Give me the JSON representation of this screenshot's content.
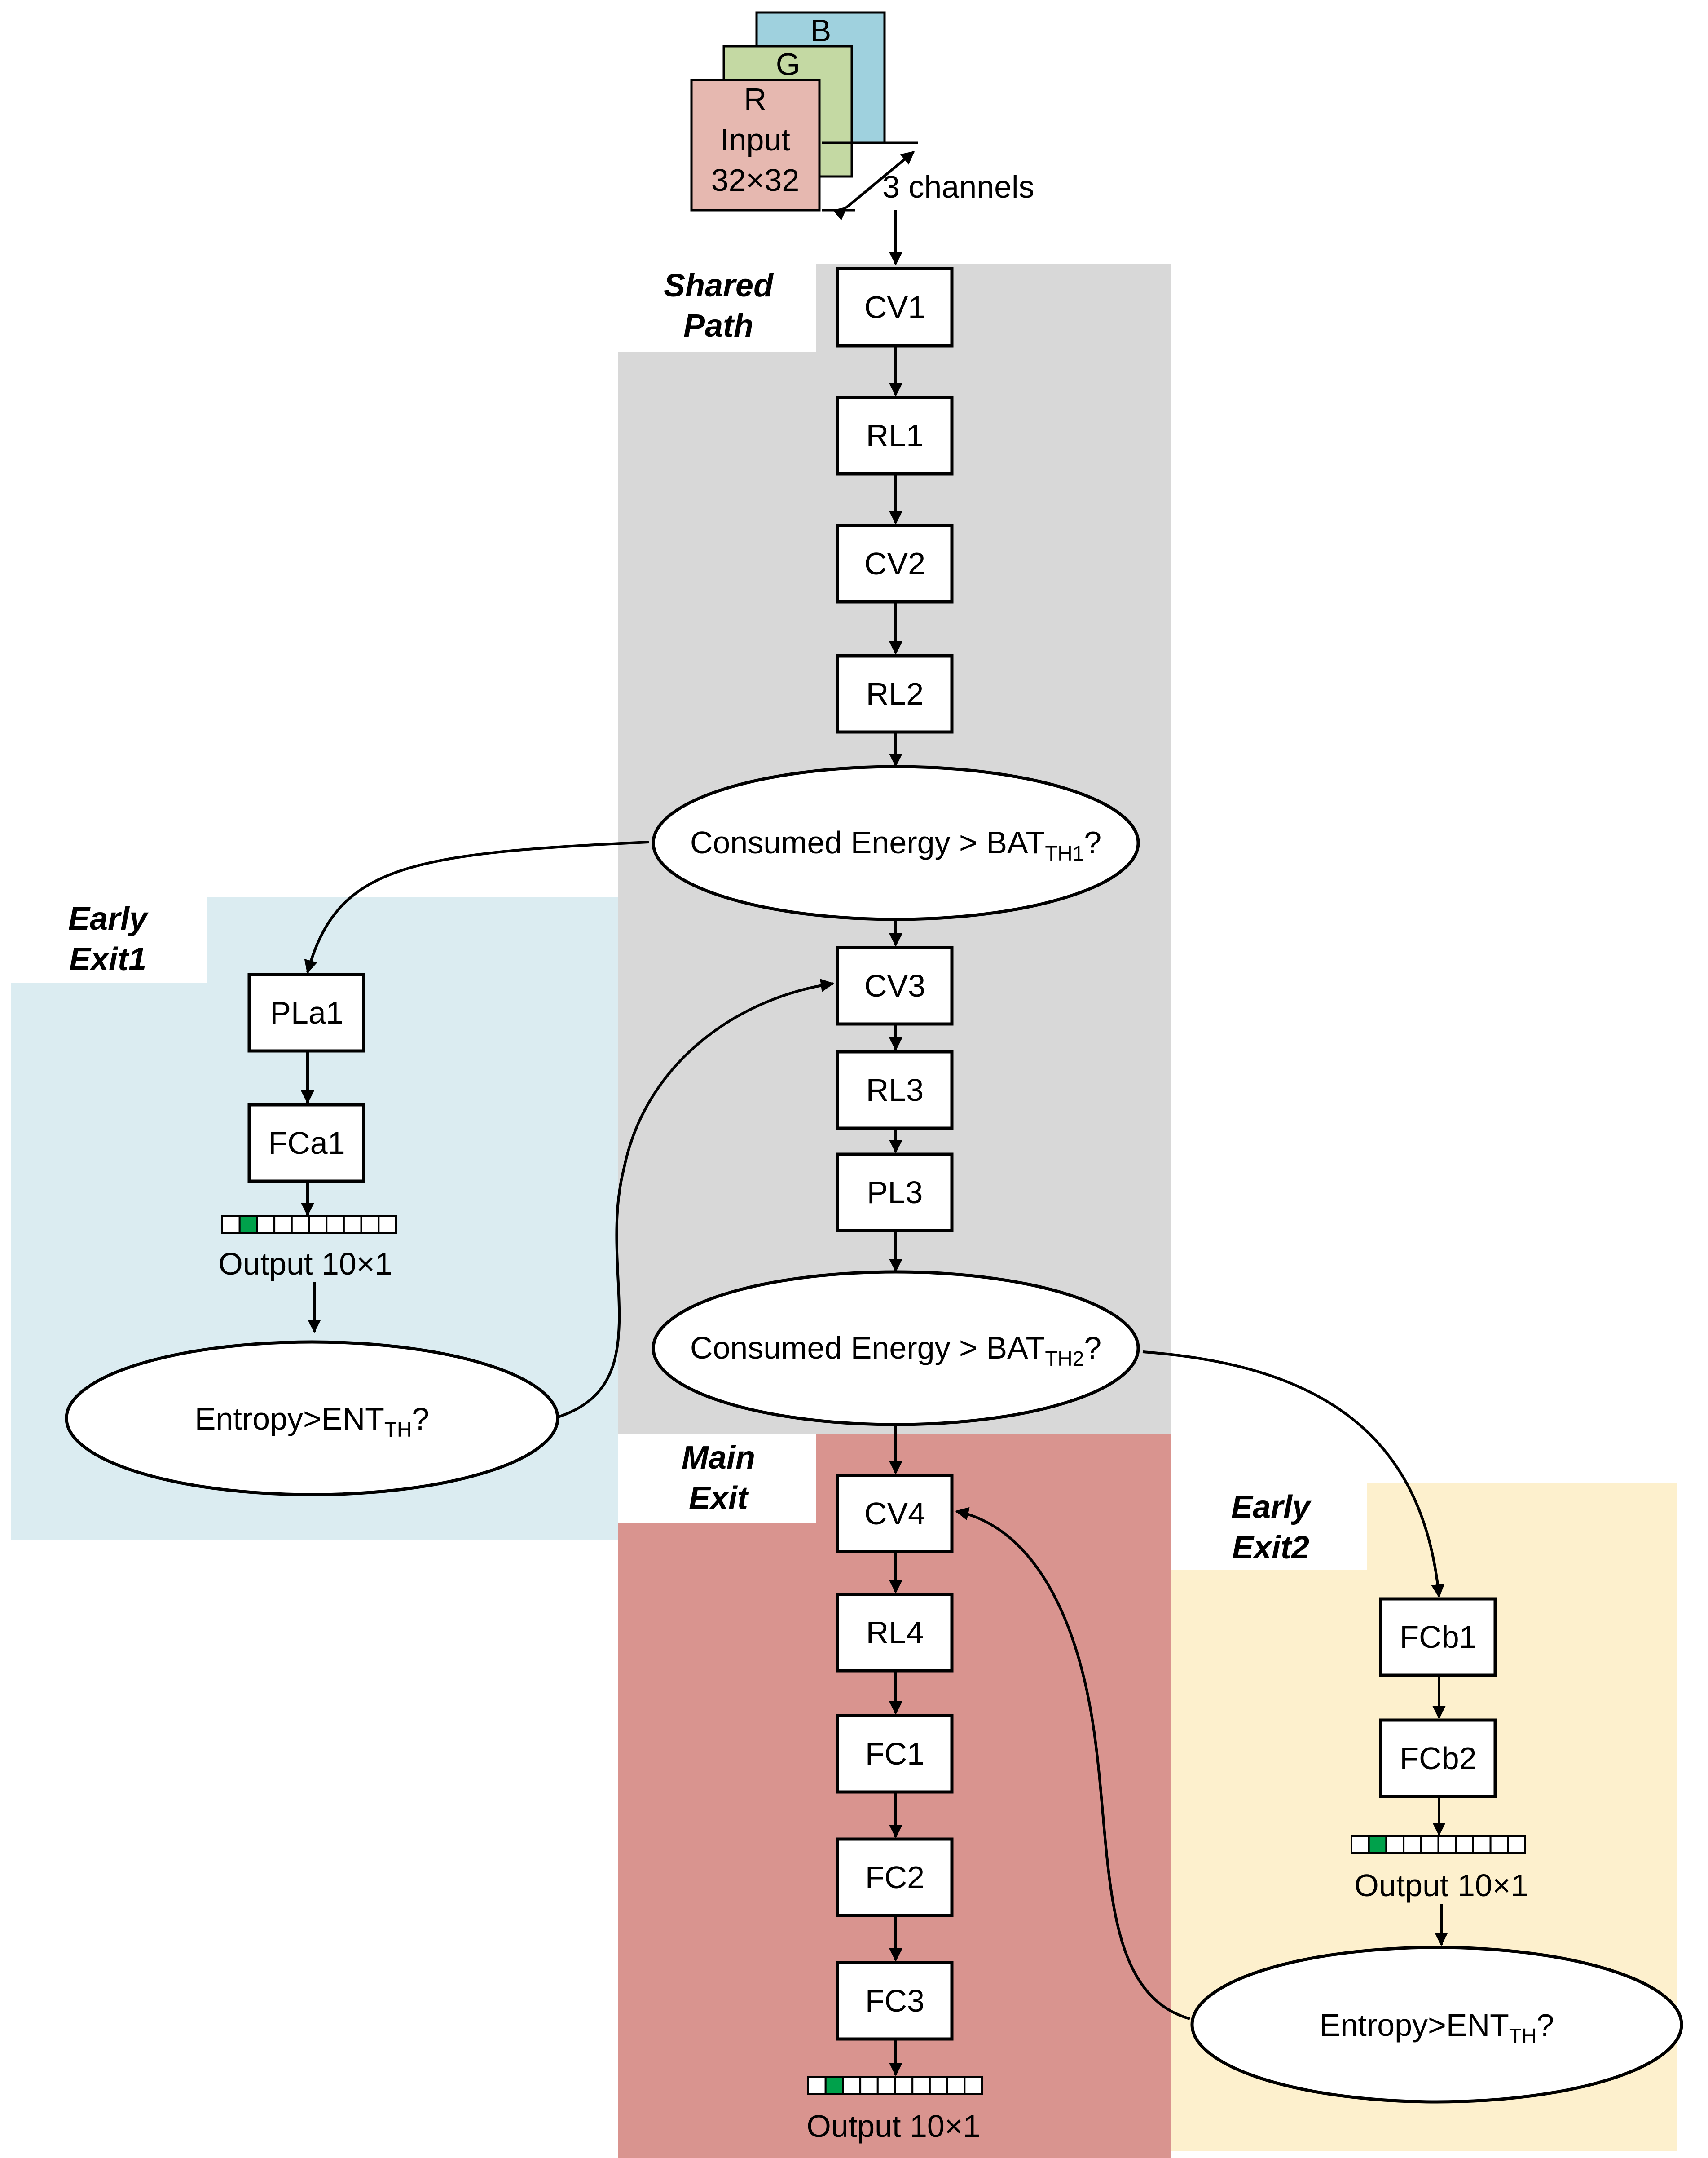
{
  "colors": {
    "shared_region": "#d8d8d8",
    "early_exit1_region": "#dbecf1",
    "early_exit2_region": "#fdf0cd",
    "main_exit_region": "#d9948f",
    "channel_b": "#9fd1de",
    "channel_g": "#c4d9a3",
    "channel_r": "#e6b8b0",
    "active_cell": "#00a14b"
  },
  "input": {
    "channel_b": "B",
    "channel_g": "G",
    "channel_r": "R",
    "label_line1": "Input",
    "label_line2": "32×32",
    "channels_label": "3 channels"
  },
  "regions": {
    "shared": {
      "line1": "Shared",
      "line2": "Path"
    },
    "early_exit1": {
      "line1": "Early",
      "line2": "Exit1"
    },
    "early_exit2": {
      "line1": "Early",
      "line2": "Exit2"
    },
    "main_exit": {
      "line1": "Main",
      "line2": "Exit"
    }
  },
  "layers": {
    "cv1": "CV1",
    "rl1": "RL1",
    "cv2": "CV2",
    "rl2": "RL2",
    "cv3": "CV3",
    "rl3": "RL3",
    "pl3": "PL3",
    "cv4": "CV4",
    "rl4": "RL4",
    "fc1": "FC1",
    "fc2": "FC2",
    "fc3": "FC3",
    "pla1": "PLa1",
    "fca1": "FCa1",
    "fcb1": "FCb1",
    "fcb2": "FCb2"
  },
  "decisions": {
    "energy1": {
      "text": "Consumed Energy > BAT",
      "sub": "TH1",
      "suffix": "?"
    },
    "energy2": {
      "text": "Consumed Energy > BAT",
      "sub": "TH2",
      "suffix": "?"
    },
    "entropy1": {
      "text": "Entropy>ENT",
      "sub": "TH",
      "suffix": "?"
    },
    "entropy2": {
      "text": "Entropy>ENT",
      "sub": "TH",
      "suffix": "?"
    }
  },
  "outputs": {
    "exit1": "Output 10×1",
    "exit2": "Output 10×1",
    "main": "Output 10×1"
  }
}
